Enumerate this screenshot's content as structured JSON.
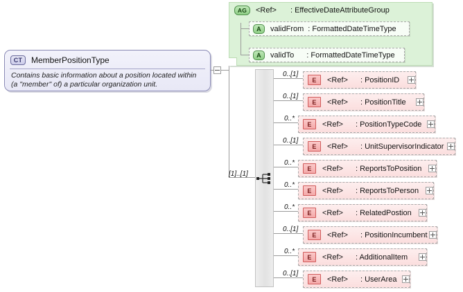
{
  "diagram": {
    "title": "MemberPositionType XSD structure diagram",
    "colors": {
      "complex_type_fill": "#e8e8f6",
      "complex_type_border": "#8a8ab5",
      "attribute_group_fill": "#dcf2d8",
      "attribute_group_border": "#bcdcb4",
      "element_fill": "#fbdede",
      "element_border": "#d05a5a",
      "connector": "#9a9a9a",
      "sequence_fill": "#e2e2e2"
    }
  },
  "complex_type": {
    "badge": "CT",
    "badge_icon": "complex-type-icon",
    "name": "MemberPositionType",
    "description": "Contains basic information about a position located within (a \"member\" of) a particular organization unit.",
    "collapse_toggle": "minus-icon"
  },
  "attribute_group": {
    "badge": "AG",
    "badge_icon": "attribute-group-icon",
    "ref": "<Ref>",
    "type": ": EffectiveDateAttributeGroup",
    "attributes": [
      {
        "badge": "A",
        "badge_icon": "attribute-icon",
        "name": "validFrom",
        "type": ": FormattedDateTimeType"
      },
      {
        "badge": "A",
        "badge_icon": "attribute-icon",
        "name": "validTo",
        "type": ": FormattedDateTimeType"
      }
    ]
  },
  "sequence": {
    "icon": "sequence-compositor-icon",
    "cardinality": "[1]..[1]"
  },
  "elements": [
    {
      "badge": "E",
      "badge_icon": "element-icon",
      "ref": "<Ref>",
      "type": ": PositionID",
      "cardinality": "0..[1]",
      "expand": "plus-icon"
    },
    {
      "badge": "E",
      "badge_icon": "element-icon",
      "ref": "<Ref>",
      "type": ": PositionTitle",
      "cardinality": "0..[1]",
      "expand": "plus-icon"
    },
    {
      "badge": "E",
      "badge_icon": "element-icon",
      "ref": "<Ref>",
      "type": ": PositionTypeCode",
      "cardinality": "0..*",
      "expand": "plus-icon"
    },
    {
      "badge": "E",
      "badge_icon": "element-icon",
      "ref": "<Ref>",
      "type": ": UnitSupervisorIndicator",
      "cardinality": "0..[1]",
      "expand": "plus-icon"
    },
    {
      "badge": "E",
      "badge_icon": "element-icon",
      "ref": "<Ref>",
      "type": ": ReportsToPosition",
      "cardinality": "0..*",
      "expand": "plus-icon"
    },
    {
      "badge": "E",
      "badge_icon": "element-icon",
      "ref": "<Ref>",
      "type": ": ReportsToPerson",
      "cardinality": "0..*",
      "expand": "plus-icon"
    },
    {
      "badge": "E",
      "badge_icon": "element-icon",
      "ref": "<Ref>",
      "type": ": RelatedPostion",
      "cardinality": "0..*",
      "expand": "plus-icon"
    },
    {
      "badge": "E",
      "badge_icon": "element-icon",
      "ref": "<Ref>",
      "type": ": PositionIncumbent",
      "cardinality": "0..[1]",
      "expand": "plus-icon"
    },
    {
      "badge": "E",
      "badge_icon": "element-icon",
      "ref": "<Ref>",
      "type": ": AdditionalItem",
      "cardinality": "0..*",
      "expand": "plus-icon"
    },
    {
      "badge": "E",
      "badge_icon": "element-icon",
      "ref": "<Ref>",
      "type": ": UserArea",
      "cardinality": "0..[1]",
      "expand": "plus-icon"
    }
  ]
}
